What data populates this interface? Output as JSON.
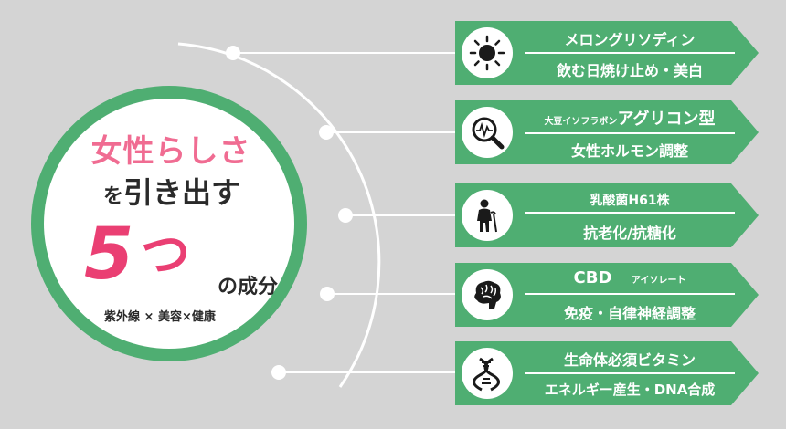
{
  "headline": {
    "line1": "女性らしさ",
    "line2_small": "を",
    "line2_big": "引き出す",
    "number": "5",
    "number_suffix": "つ",
    "components": "の成分",
    "tagline": "紫外線 × 美容×健康"
  },
  "banners": [
    {
      "icon": "sun-icon",
      "line1": "メロングリソディン",
      "line2": "飲む日焼け止め・美白"
    },
    {
      "icon": "magnifier-pulse-icon",
      "line1_small": "大豆イソフラボン",
      "line1_big": "アグリコン型",
      "line2": "女性ホルモン調整"
    },
    {
      "icon": "elderly-person-icon",
      "line1": "乳酸菌H61株",
      "line2": "抗老化/抗糖化"
    },
    {
      "icon": "brain-icon",
      "line1_big": "CBD",
      "line1_small": "アイソレート",
      "line2": "免疫・自律神経調整"
    },
    {
      "icon": "dna-icon",
      "line1": "生命体必須ビタミン",
      "line2": "エネルギー産生・DNA合成"
    }
  ],
  "colors": {
    "accent_green": "#4fae72",
    "pink": "#f06c92",
    "deep_pink": "#ea3f73"
  }
}
